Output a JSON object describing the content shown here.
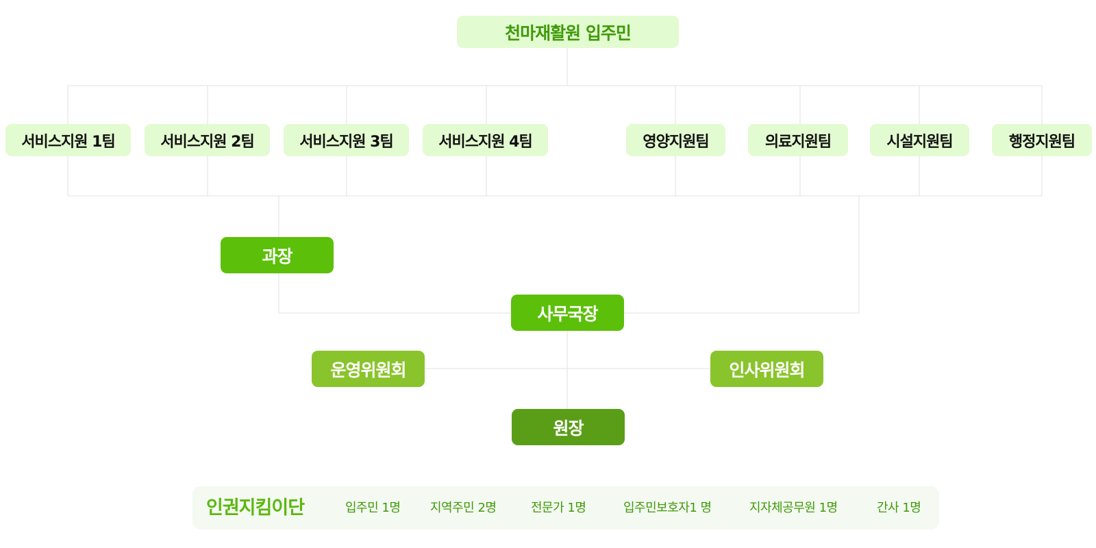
{
  "org_chart": {
    "residents": "천마재활원 입주민",
    "teams": [
      "서비스지원 1팀",
      "서비스지원 2팀",
      "서비스지원 3팀",
      "서비스지원 4팀",
      "영양지원팀",
      "의료지원팀",
      "시설지원팀",
      "행정지원팀"
    ],
    "section_chief": "과장",
    "secretary_general": "사무국장",
    "operations_committee": "운영위원회",
    "personnel_committee": "인사위원회",
    "director": "원장"
  },
  "human_rights_team": {
    "title": "인권지킴이단",
    "members": [
      "입주민 1명",
      "지역주민 2명",
      "전문가 1명",
      "입주민보호자1 명",
      "지자체공무원 1명",
      "간사 1명"
    ]
  },
  "colors": {
    "light_box": "#e3fbd0",
    "primary_green": "#5cc00a",
    "committee_green": "#8ac42c",
    "director_green": "#5a9e18",
    "connector": "#e6e6e6",
    "bar_background": "#f4f9f1"
  }
}
